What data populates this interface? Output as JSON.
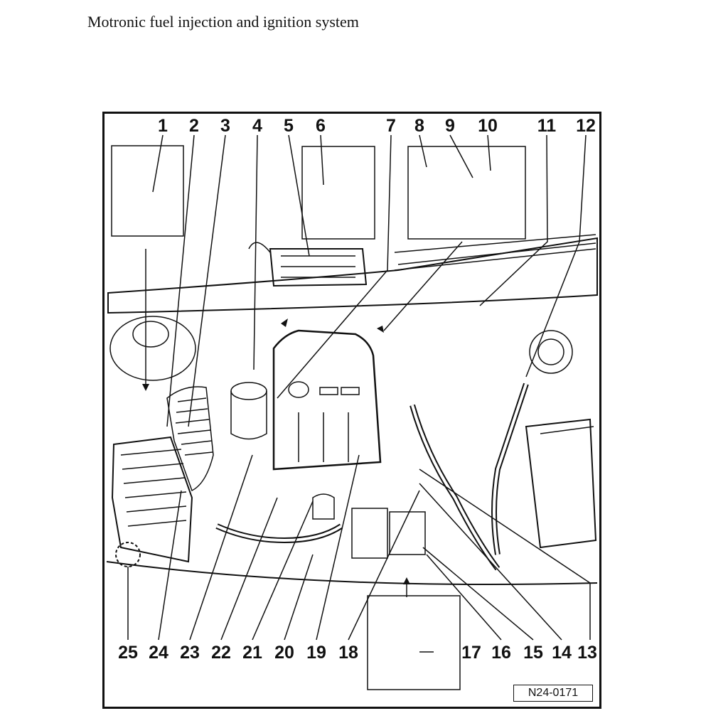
{
  "document": {
    "title": "Motronic fuel injection and ignition system",
    "figure_reference": "N24-0171"
  },
  "callouts_top": [
    "1",
    "2",
    "3",
    "4",
    "5",
    "6",
    "7",
    "8",
    "9",
    "10",
    "11",
    "12"
  ],
  "callouts_bottom": [
    "25",
    "24",
    "23",
    "22",
    "21",
    "20",
    "19",
    "18",
    "17",
    "16",
    "15",
    "14",
    "13"
  ],
  "colors": {
    "ink": "#111111",
    "paper": "#ffffff"
  }
}
